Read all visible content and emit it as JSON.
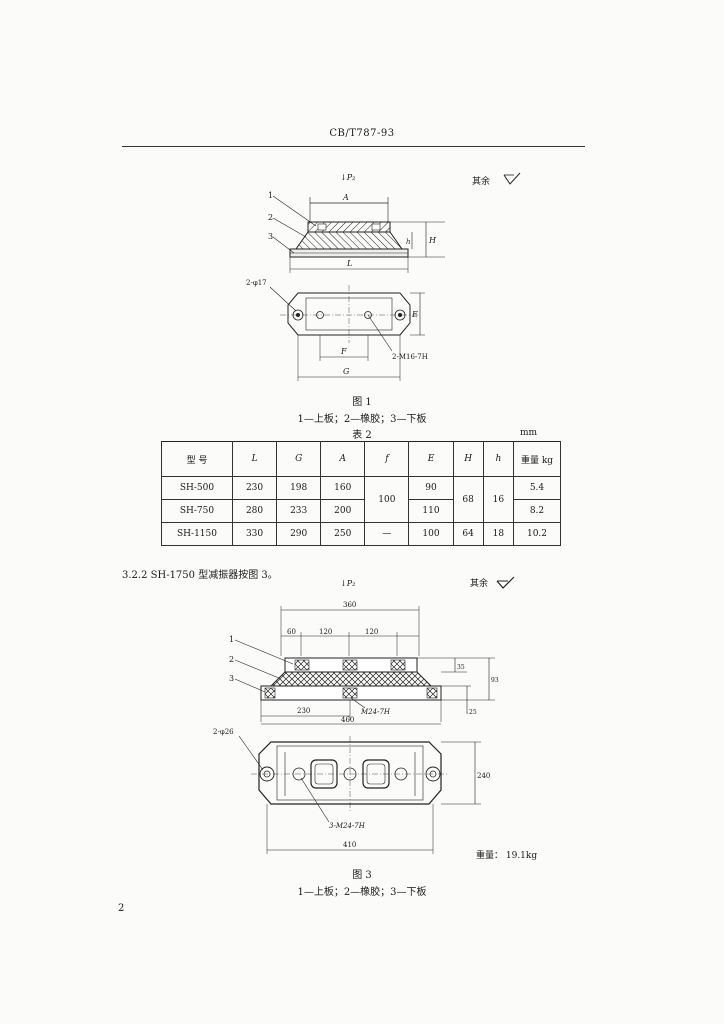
{
  "header": {
    "code": "CB/T787-93"
  },
  "fig1": {
    "load_label": "↓P₂",
    "roughness_label": "其余",
    "dims": {
      "A": "A",
      "L": "L",
      "E": "E",
      "F": "F",
      "G": "G",
      "H": "H",
      "h": "h",
      "hole": "2-φ17",
      "thread": "2-M16-7H"
    },
    "callouts": [
      "1",
      "2",
      "3"
    ],
    "caption": "图 1",
    "legend": "1—上板；2—橡胶；3—下板"
  },
  "table": {
    "title": "表 2",
    "unit": "mm",
    "headers": [
      "型  号",
      "L",
      "G",
      "A",
      "f",
      "E",
      "H",
      "h",
      "重量 kg"
    ],
    "rows": [
      {
        "model": "SH-500",
        "L": "230",
        "G": "198",
        "A": "160",
        "E": "90",
        "weight": "5.4"
      },
      {
        "model": "SH-750",
        "L": "280",
        "G": "233",
        "A": "200",
        "E": "110",
        "weight": "8.2"
      },
      {
        "model": "SH-1150",
        "L": "330",
        "G": "290",
        "A": "250",
        "f": "—",
        "E": "100",
        "H": "64",
        "h": "18",
        "weight": "10.2"
      }
    ],
    "merged": {
      "f": "100",
      "H": "68",
      "h": "16"
    }
  },
  "section": {
    "text": "3.2.2  SH-1750 型减振器按图 3。"
  },
  "fig3": {
    "load_label": "↓P₂",
    "roughness_label": "其余",
    "dims": {
      "d360": "360",
      "d60": "60",
      "d120a": "120",
      "d120b": "120",
      "d35": "35",
      "d93": "93",
      "d25": "25",
      "d230": "230",
      "d460": "460",
      "thread": "M24-7H",
      "hole": "2-φ26",
      "d240": "240",
      "thread2": "3-M24-7H",
      "d410": "410"
    },
    "callouts": [
      "1",
      "2",
      "3"
    ],
    "weight": "重量：  19.1kg",
    "caption": "图 3",
    "legend": "1—上板；2—橡胶；3—下板"
  },
  "page_number": "2"
}
